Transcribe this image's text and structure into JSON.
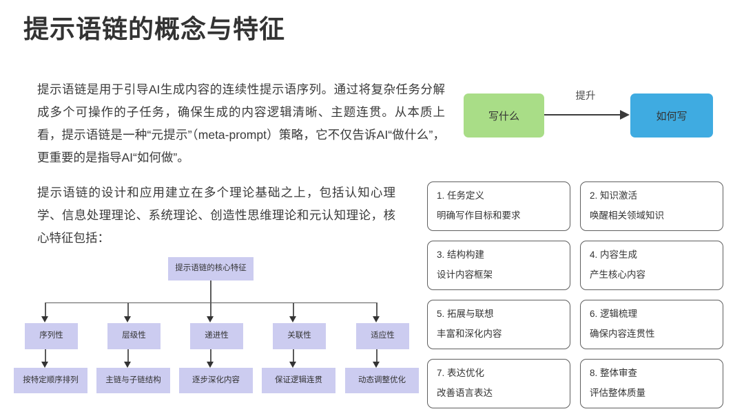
{
  "page": {
    "title": "提示语链的概念与特征",
    "background_color": "#ffffff"
  },
  "paragraphs": {
    "p1": "提示语链是用于引导AI生成内容的连续性提示语序列。通过将复杂任务分解成多个可操作的子任务，确保生成的内容逻辑清晰、主题连贯。从本质上看，提示语链是一种“元提示”（meta-prompt）策略，它不仅告诉AI“做什么”，更重要的是指导AI“如何做”。",
    "p2": "提示语链的设计和应用建立在多个理论基础之上，包括认知心理学、信息处理理论、系统理论、创造性思维理论和元认知理论，核心特征包括："
  },
  "flow_diagram": {
    "source_label": "写什么",
    "target_label": "如何写",
    "arrow_label": "提升",
    "source_color": "#a9dd87",
    "target_color": "#3fabe1",
    "arrow_color": "#3a3a3a"
  },
  "card_grid": {
    "border_color": "#5d5d5d",
    "cards": [
      {
        "heading": "1. 任务定义",
        "sub": "明确写作目标和要求"
      },
      {
        "heading": "2. 知识激活",
        "sub": "唤醒相关领域知识"
      },
      {
        "heading": "3. 结构构建",
        "sub": "设计内容框架"
      },
      {
        "heading": "4. 内容生成",
        "sub": "产生核心内容"
      },
      {
        "heading": "5. 拓展与联想",
        "sub": "丰富和深化内容"
      },
      {
        "heading": "6. 逻辑梳理",
        "sub": "确保内容连贯性"
      },
      {
        "heading": "7. 表达优化",
        "sub": "改善语言表达"
      },
      {
        "heading": "8. 整体审查",
        "sub": "评估整体质量"
      }
    ]
  },
  "tree_diagram": {
    "node_color": "#ccccf0",
    "line_color": "#5a5a5a",
    "root": "提示语链的核心特征",
    "branches": [
      {
        "mid": "序列性",
        "leaf": "按特定顺序排列"
      },
      {
        "mid": "层级性",
        "leaf": "主链与子链结构"
      },
      {
        "mid": "递进性",
        "leaf": "逐步深化内容"
      },
      {
        "mid": "关联性",
        "leaf": "保证逻辑连贯"
      },
      {
        "mid": "适应性",
        "leaf": "动态调整优化"
      }
    ]
  }
}
